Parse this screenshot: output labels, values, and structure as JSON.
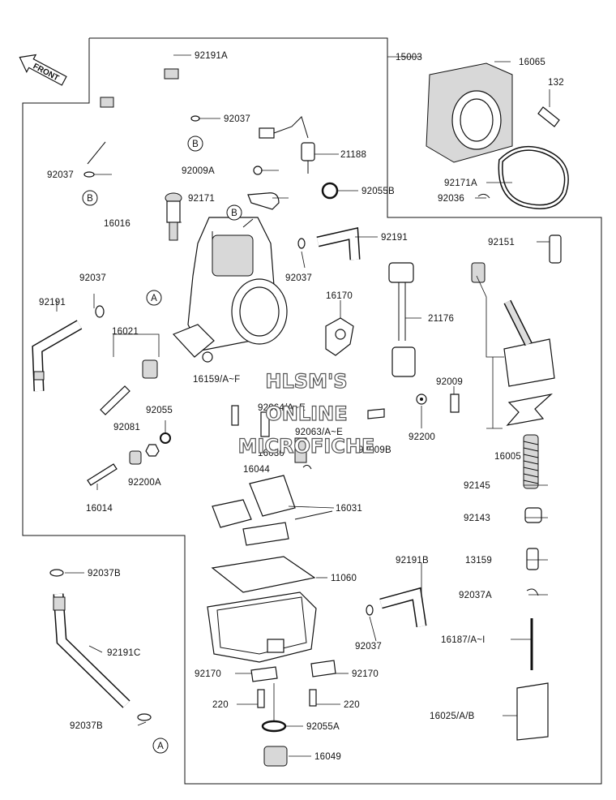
{
  "front_label": "FRONT",
  "watermark": [
    "HLSM'S",
    "ONLINE",
    "MICROFICHE"
  ],
  "callouts": {
    "a": "A",
    "b": "B"
  },
  "part_labels": [
    "92191A",
    "92037",
    "92037",
    "92009A",
    "92171",
    "16016",
    "92037",
    "92191",
    "16021",
    "92055",
    "92081",
    "92200A",
    "16014",
    "15003",
    "16065",
    "132",
    "21188",
    "92055B",
    "92171A",
    "92036",
    "92191",
    "92037",
    "16170",
    "21176",
    "92151",
    "92009",
    "92200",
    "16159/A~F",
    "92064/A~E",
    "92063/A~E",
    "16030",
    "92009B",
    "16044",
    "16005",
    "92145",
    "16031",
    "92143",
    "13159",
    "92037A",
    "92191B",
    "11060",
    "92037",
    "16187/A~I",
    "92170",
    "92170",
    "220",
    "220",
    "92055A",
    "16049",
    "16025/A/B",
    "92037B",
    "92191C",
    "92037B"
  ]
}
